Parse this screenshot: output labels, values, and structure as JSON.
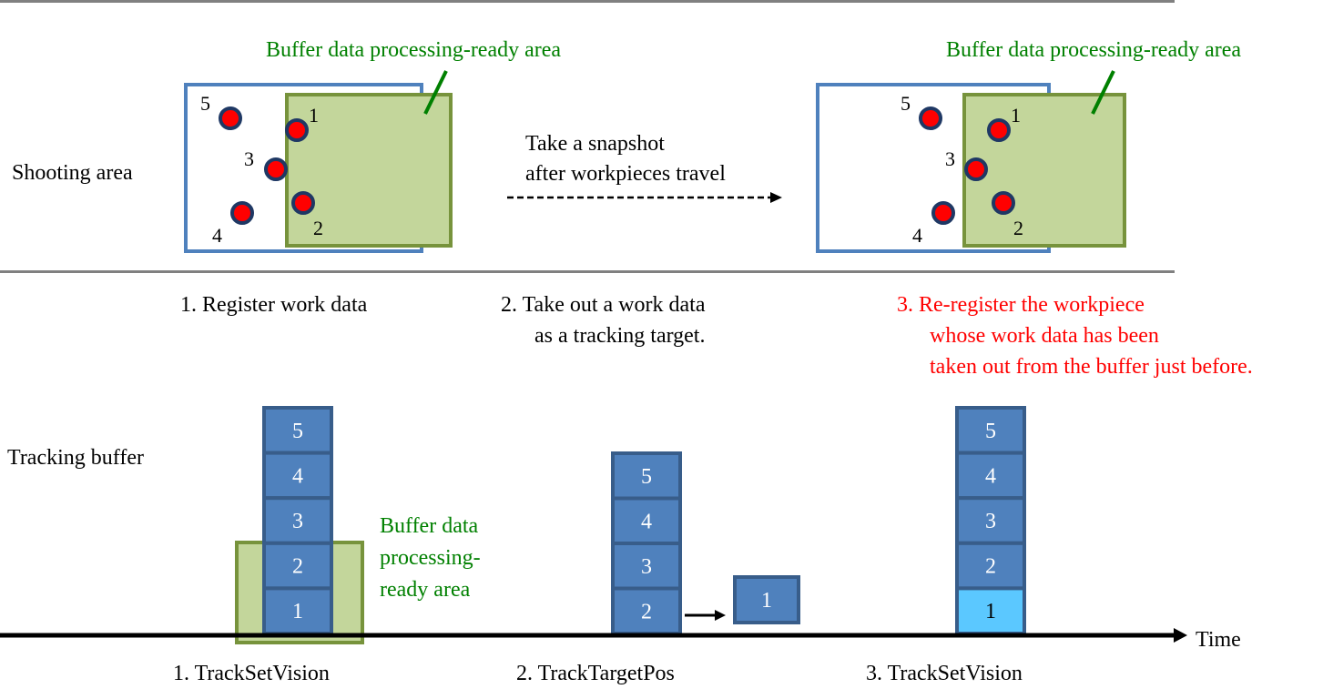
{
  "top": {
    "shooting_area_label": "Shooting area",
    "ready_area_label": "Buffer data processing-ready area",
    "snapshot_label_line1": "Take a snapshot",
    "snapshot_label_line2": "after workpieces travel",
    "before_workpieces": [
      "5",
      "1",
      "3",
      "2",
      "4"
    ],
    "after_workpieces": [
      "5",
      "1",
      "3",
      "2",
      "4"
    ]
  },
  "steps": {
    "step1": "1.  Register work data",
    "step2_line1": "2.  Take out a work data",
    "step2_line2": "as a tracking target.",
    "step3_line1": "3.  Re-register the workpiece",
    "step3_line2": "whose work data has been",
    "step3_line3": "taken out from the buffer just before."
  },
  "buffer": {
    "label": "Tracking buffer",
    "ready_area_line1": "Buffer data",
    "ready_area_line2": "processing-",
    "ready_area_line3": "ready area",
    "stack1": [
      "5",
      "4",
      "3",
      "2",
      "1"
    ],
    "stack2": [
      "5",
      "4",
      "3",
      "2"
    ],
    "taken_out": "1",
    "stack3": [
      "5",
      "4",
      "3",
      "2",
      "1"
    ],
    "stack3_highlighted": "1",
    "time_label": "Time",
    "call1": "1.   TrackSetVision",
    "call2": "2.   TrackTargetPos",
    "call3": "3.   TrackSetVision"
  },
  "colors": {
    "green_text": "#008000",
    "red_text": "#ff0000",
    "cell_blue": "#4f81bd",
    "cell_highlight": "#5bc8ff",
    "ready_fill": "#c3d69b",
    "workpiece_red": "#ff0000"
  }
}
